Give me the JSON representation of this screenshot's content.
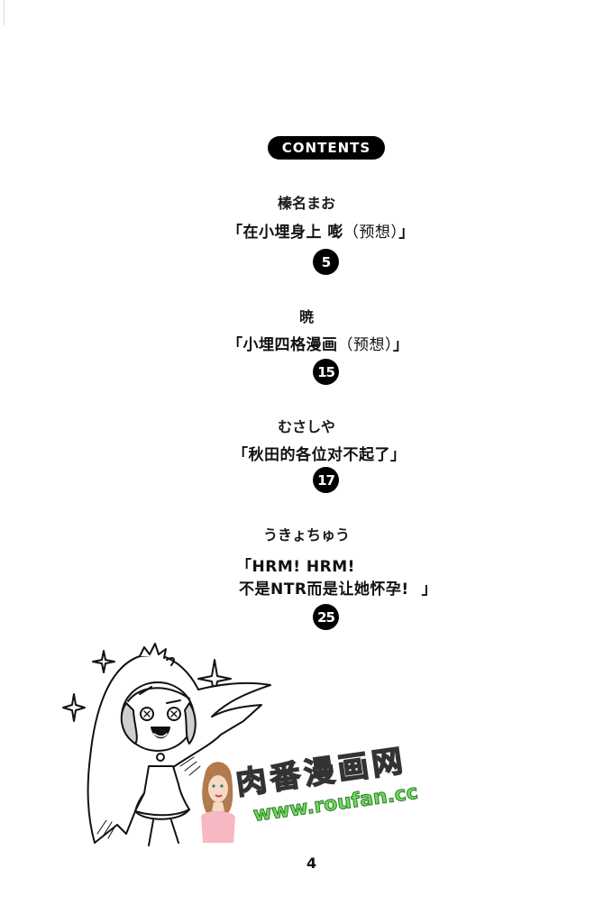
{
  "header": {
    "contents_label": "CONTENTS"
  },
  "entries": [
    {
      "author": "榛名まお",
      "title_open": "「",
      "title_main": "在小埋身上 嘭",
      "title_paren": "（预想）",
      "title_close": "」",
      "page": "5"
    },
    {
      "author": "暁",
      "title_open": "「",
      "title_main": "小埋四格漫画",
      "title_paren": "（预想）",
      "title_close": "」",
      "page": "15"
    },
    {
      "author": "むさしや",
      "title_open": "「",
      "title_main": "秋田的各位对不起了",
      "title_paren": "",
      "title_close": "」",
      "page": "17"
    },
    {
      "author": "うきょちゅう",
      "title_open": "「",
      "title_line1": "HRM!  HRM!",
      "title_line2": "不是NTR而是让她怀孕!",
      "title_close": "」",
      "page": "25"
    }
  ],
  "footer": {
    "page_number": "4"
  },
  "watermark": {
    "title": "肉番漫画网",
    "url": "www.roufan.cc",
    "title_color": "#f7f26a",
    "url_color": "#6ddb5a"
  },
  "illustration": {
    "description": "chibi girl with long flowing hair, sparkles around"
  }
}
